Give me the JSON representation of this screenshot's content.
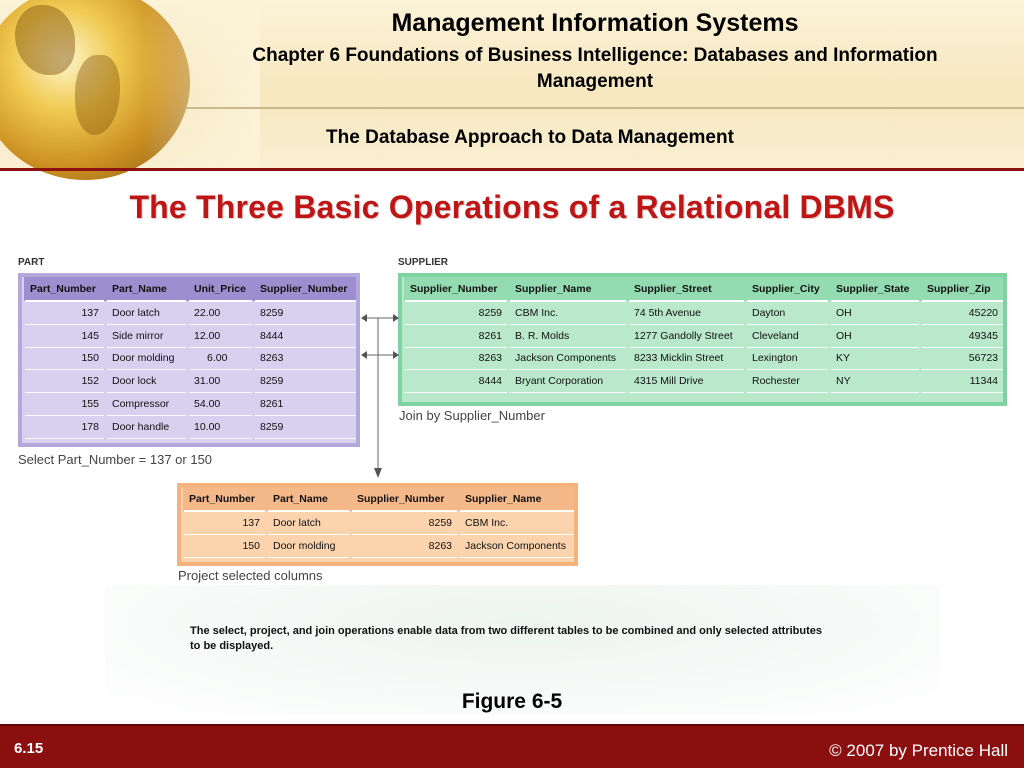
{
  "header": {
    "title": "Management Information Systems",
    "chapter": "Chapter 6 Foundations of Business Intelligence: Databases and Information Management",
    "section": "The Database Approach to Data Management"
  },
  "slide_title": "The Three Basic Operations of a Relational DBMS",
  "part_table": {
    "label": "PART",
    "columns": [
      "Part_Number",
      "Part_Name",
      "Unit_Price",
      "Supplier_Number"
    ],
    "rows": [
      [
        "137",
        "Door latch",
        "22.00",
        "8259"
      ],
      [
        "145",
        "Side mirror",
        "12.00",
        "8444"
      ],
      [
        "150",
        "Door molding",
        "6.00",
        "8263"
      ],
      [
        "152",
        "Door lock",
        "31.00",
        "8259"
      ],
      [
        "155",
        "Compressor",
        "54.00",
        "8261"
      ],
      [
        "178",
        "Door handle",
        "10.00",
        "8259"
      ]
    ],
    "caption": "Select Part_Number = 137 or 150"
  },
  "supplier_table": {
    "label": "SUPPLIER",
    "columns": [
      "Supplier_Number",
      "Supplier_Name",
      "Supplier_Street",
      "Supplier_City",
      "Supplier_State",
      "Supplier_Zip"
    ],
    "rows": [
      [
        "8259",
        "CBM Inc.",
        "74 5th Avenue",
        "Dayton",
        "OH",
        "45220"
      ],
      [
        "8261",
        "B. R. Molds",
        "1277 Gandolly Street",
        "Cleveland",
        "OH",
        "49345"
      ],
      [
        "8263",
        "Jackson Components",
        "8233 Micklin Street",
        "Lexington",
        "KY",
        "56723"
      ],
      [
        "8444",
        "Bryant Corporation",
        "4315 Mill Drive",
        "Rochester",
        "NY",
        "11344"
      ]
    ],
    "caption": "Join by Supplier_Number"
  },
  "result_table": {
    "columns": [
      "Part_Number",
      "Part_Name",
      "Supplier_Number",
      "Supplier_Name"
    ],
    "rows": [
      [
        "137",
        "Door latch",
        "8259",
        "CBM Inc."
      ],
      [
        "150",
        "Door molding",
        "8263",
        "Jackson Components"
      ]
    ],
    "caption": "Project selected columns"
  },
  "figure_caption": "The select, project, and join operations enable data from two different tables to be combined and only selected attributes to be displayed.",
  "figure_label": "Figure 6-5",
  "footer": {
    "slide_number": "6.15",
    "copyright": "© 2007 by Prentice Hall"
  },
  "colors": {
    "title_red": "#c01515",
    "footer_red": "#8c0f0f",
    "part_purple": "#b3a8dc",
    "supplier_green": "#7fd3a3",
    "result_orange": "#f6b27d"
  }
}
